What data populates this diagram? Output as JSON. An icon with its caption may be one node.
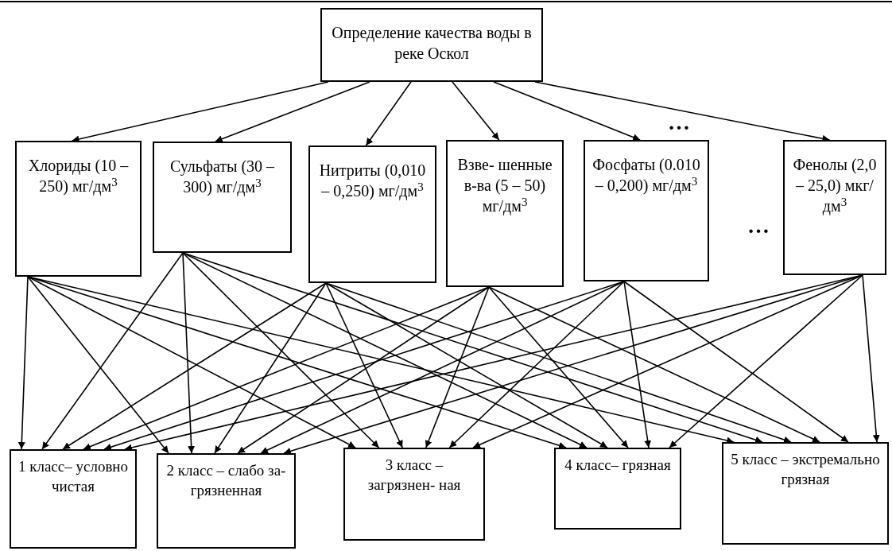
{
  "diagram": {
    "nodes": [
      {
        "text": [
          "Определение качества воды в реке Оскол"
        ]
      },
      {
        "text": [
          "Хлориды (10 – 250) мг/дм$^{3}$"
        ]
      },
      {
        "text": [
          "Сульфаты (30 – 300) мг/дм$^{3}$"
        ]
      },
      {
        "text": [
          "Нитриты (0,010 – 0,250) мг/дм$^{3}$"
        ]
      },
      {
        "text": [
          "Взве- шенные в-ва (5 – 50) мг/дм$^{3}$"
        ]
      },
      {
        "text": [
          "Фосфаты (0.010 – 0,200) мг/дм$^{3}$"
        ]
      },
      {
        "text": [
          "Фенолы (2,0 – 25,0) мкг/дм$^{3}$"
        ]
      },
      {
        "text": [
          "1 класс– условно чистая"
        ]
      },
      {
        "text": [
          "2 класс – слабо за- грязненная"
        ]
      },
      {
        "text": [
          "3 класс – загрязнен- ная"
        ]
      },
      {
        "text": [
          "4 класс– грязная"
        ]
      },
      {
        "text": [
          "5 класс – экстремально грязная"
        ]
      }
    ],
    "edges": [
      {
        "from": 0,
        "to": 1,
        "arrow": "to"
      },
      {
        "from": 0,
        "to": 2,
        "arrow": "to"
      },
      {
        "from": 0,
        "to": 3,
        "arrow": "to"
      },
      {
        "from": 0,
        "to": 4,
        "arrow": "to"
      },
      {
        "from": 0,
        "to": 5,
        "arrow": "to"
      },
      {
        "from": 0,
        "to": 6,
        "arrow": "to"
      },
      {
        "from": 1,
        "to": 7,
        "arrow": "to"
      },
      {
        "from": 1,
        "to": 8,
        "arrow": "to"
      },
      {
        "from": 1,
        "to": 9,
        "arrow": "to"
      },
      {
        "from": 1,
        "to": 10,
        "arrow": "to"
      },
      {
        "from": 1,
        "to": 11,
        "arrow": "to"
      },
      {
        "from": 2,
        "to": 7,
        "arrow": "to"
      },
      {
        "from": 2,
        "to": 8,
        "arrow": "to"
      },
      {
        "from": 2,
        "to": 9,
        "arrow": "to"
      },
      {
        "from": 2,
        "to": 10,
        "arrow": "to"
      },
      {
        "from": 2,
        "to": 11,
        "arrow": "to"
      },
      {
        "from": 3,
        "to": 7,
        "arrow": "to"
      },
      {
        "from": 3,
        "to": 8,
        "arrow": "to"
      },
      {
        "from": 3,
        "to": 9,
        "arrow": "to"
      },
      {
        "from": 3,
        "to": 10,
        "arrow": "to"
      },
      {
        "from": 3,
        "to": 11,
        "arrow": "to"
      },
      {
        "from": 4,
        "to": 7,
        "arrow": "to"
      },
      {
        "from": 4,
        "to": 8,
        "arrow": "to"
      },
      {
        "from": 4,
        "to": 9,
        "arrow": "to"
      },
      {
        "from": 4,
        "to": 10,
        "arrow": "to"
      },
      {
        "from": 4,
        "to": 11,
        "arrow": "to"
      },
      {
        "from": 5,
        "to": 7,
        "arrow": "to"
      },
      {
        "from": 5,
        "to": 8,
        "arrow": "to"
      },
      {
        "from": 5,
        "to": 9,
        "arrow": "to"
      },
      {
        "from": 5,
        "to": 10,
        "arrow": "to"
      },
      {
        "from": 5,
        "to": 11,
        "arrow": "to"
      },
      {
        "from": 6,
        "to": 7,
        "arrow": "to"
      },
      {
        "from": 6,
        "to": 8,
        "arrow": "to"
      },
      {
        "from": 6,
        "to": 9,
        "arrow": "to"
      },
      {
        "from": 6,
        "to": 10,
        "arrow": "to"
      },
      {
        "from": 6,
        "to": 11,
        "arrow": "to"
      }
    ],
    "labels": [
      "…",
      "…"
    ]
  }
}
